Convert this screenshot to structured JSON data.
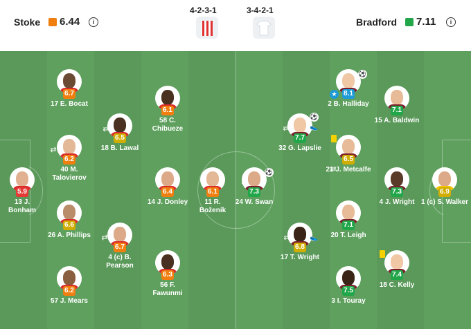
{
  "home": {
    "name": "Stoke",
    "rating": "6.44",
    "color": "#f07f0f",
    "formation": "4-2-3-1"
  },
  "away": {
    "name": "Bradford",
    "rating": "7.11",
    "color": "#21a649",
    "formation": "3-4-2-1"
  },
  "colors": {
    "orange": "#f07f0f",
    "yellow": "#d0ad00",
    "green": "#21a649",
    "red": "#e53935",
    "blue": "#1e9bd7",
    "pitch": "#5fa05f"
  },
  "players": [
    {
      "name": "17 E. Bocat",
      "rating": "6.7",
      "rc": "orange",
      "skin": "#6b4a33",
      "kit": "#d92a2a"
    },
    {
      "name": "58 C.\nChibueze",
      "rating": "6.1",
      "rc": "orange",
      "skin": "#4a3020",
      "kit": "#d92a2a"
    },
    {
      "name": "18 B. Lawal",
      "rating": "6.5",
      "rc": "yellow",
      "skin": "#4a3020",
      "kit": "#d92a2a"
    },
    {
      "name": "40 M.\nTalovierov",
      "rating": "6.2",
      "rc": "orange",
      "skin": "#e3b896",
      "kit": "#d92a2a"
    },
    {
      "name": "13 J.\nBonham",
      "rating": "5.9",
      "rc": "red",
      "skin": "#e0b090",
      "kit": "#d92a2a"
    },
    {
      "name": "14 J. Donley",
      "rating": "6.4",
      "rc": "orange",
      "skin": "#dcaa88",
      "kit": "#d92a2a"
    },
    {
      "name": "11 R.\nBoženík",
      "rating": "6.1",
      "rc": "orange",
      "skin": "#e3b896",
      "kit": "#d92a2a"
    },
    {
      "name": "26 A. Phillips",
      "rating": "6.6",
      "rc": "yellow",
      "skin": "#b98c6a",
      "kit": "#d92a2a"
    },
    {
      "name": "4 (c) B.\nPearson",
      "rating": "6.7",
      "rc": "orange",
      "skin": "#dcaa88",
      "kit": "#d92a2a"
    },
    {
      "name": "56 F.\nFawunmi",
      "rating": "6.3",
      "rc": "orange",
      "skin": "#4a3020",
      "kit": "#d92a2a"
    },
    {
      "name": "57 J. Mears",
      "rating": "6.2",
      "rc": "orange",
      "skin": "#8a5f40",
      "kit": "#d92a2a"
    },
    {
      "name": "2 B. Halliday",
      "rating": "8.1",
      "rc": "blue",
      "skin": "#f0c8a5",
      "kit": "#7a1f2b"
    },
    {
      "name": "15 A. Baldwin",
      "rating": "7.1",
      "rc": "green",
      "skin": "#e8bb98",
      "kit": "#7a1f2b"
    },
    {
      "name": "32 G. Lapslie",
      "rating": "7.7",
      "rc": "green",
      "skin": "#f0c8a5",
      "kit": "#7a1f2b"
    },
    {
      "name": "21 J. Metcalfe",
      "rating": "6.5",
      "rc": "yellow",
      "skin": "#e8bb98",
      "kit": "#7a1f2b"
    },
    {
      "name": "24 W. Swan",
      "rating": "7.3",
      "rc": "green",
      "skin": "#dcaa88",
      "kit": "#7a1f2b"
    },
    {
      "name": "4 J. Wright",
      "rating": "7.3",
      "rc": "green",
      "skin": "#5a3a28",
      "kit": "#7a1f2b"
    },
    {
      "name": "1 (c) S. Walker",
      "rating": "6.9",
      "rc": "yellow",
      "skin": "#dcaa88",
      "kit": "#f5c400"
    },
    {
      "name": "20 T. Leigh",
      "rating": "7.1",
      "rc": "green",
      "skin": "#e8bb98",
      "kit": "#7a1f2b"
    },
    {
      "name": "17 T. Wright",
      "rating": "6.8",
      "rc": "yellow",
      "skin": "#3a2418",
      "kit": "#7a1f2b"
    },
    {
      "name": "18 C. Kelly",
      "rating": "7.4",
      "rc": "green",
      "skin": "#f0c8a5",
      "kit": "#7a1f2b"
    },
    {
      "name": "3 I. Touray",
      "rating": "7.5",
      "rc": "green",
      "skin": "#3a2418",
      "kit": "#7a1f2b"
    }
  ],
  "icons": [
    "info-icon",
    "substitution-icon",
    "goal-icon",
    "assist-boot-icon",
    "yellow-card-icon",
    "star-icon"
  ]
}
